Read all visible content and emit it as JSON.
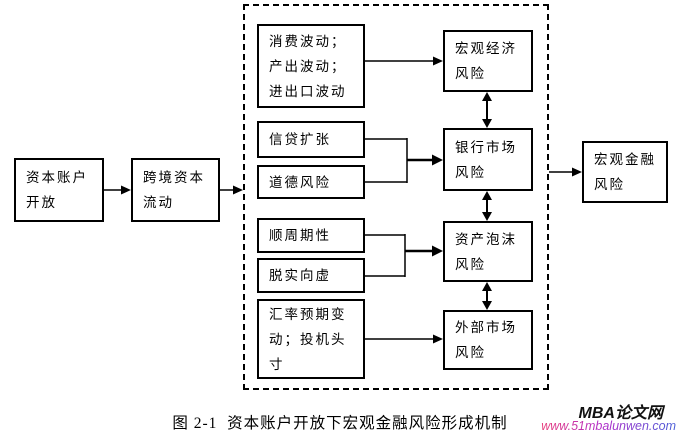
{
  "diagram": {
    "nodes": {
      "capital_account": {
        "label": "资本账户\n开放"
      },
      "cross_border": {
        "label": "跨境资本\n流动"
      },
      "consumption": {
        "label": "消费波动；\n产出波动；\n进出口波动"
      },
      "credit": {
        "label": "信贷扩张"
      },
      "moral": {
        "label": "道德风险"
      },
      "procyclical": {
        "label": "顺周期性"
      },
      "virtual": {
        "label": "脱实向虚"
      },
      "exchange": {
        "label": "汇率预期变\n动；投机头\n寸"
      },
      "macro_econ": {
        "label": "宏观经济\n风险"
      },
      "bank": {
        "label": "银行市场\n风险"
      },
      "bubble": {
        "label": "资产泡沫\n风险"
      },
      "external": {
        "label": "外部市场\n风险"
      },
      "macro_fin": {
        "label": "宏观金融\n风险"
      }
    }
  },
  "caption": "图 2-1  资本账户开放下宏观金融风险形成机制",
  "watermark": {
    "site": "MBA论文网",
    "url": "www.51mbalunwen.com"
  },
  "colors": {
    "line": "#000000",
    "background": "#ffffff",
    "url_gradient_start": "#e8417c",
    "url_gradient_mid": "#b12bc9",
    "url_gradient_end": "#4a5fd8"
  }
}
